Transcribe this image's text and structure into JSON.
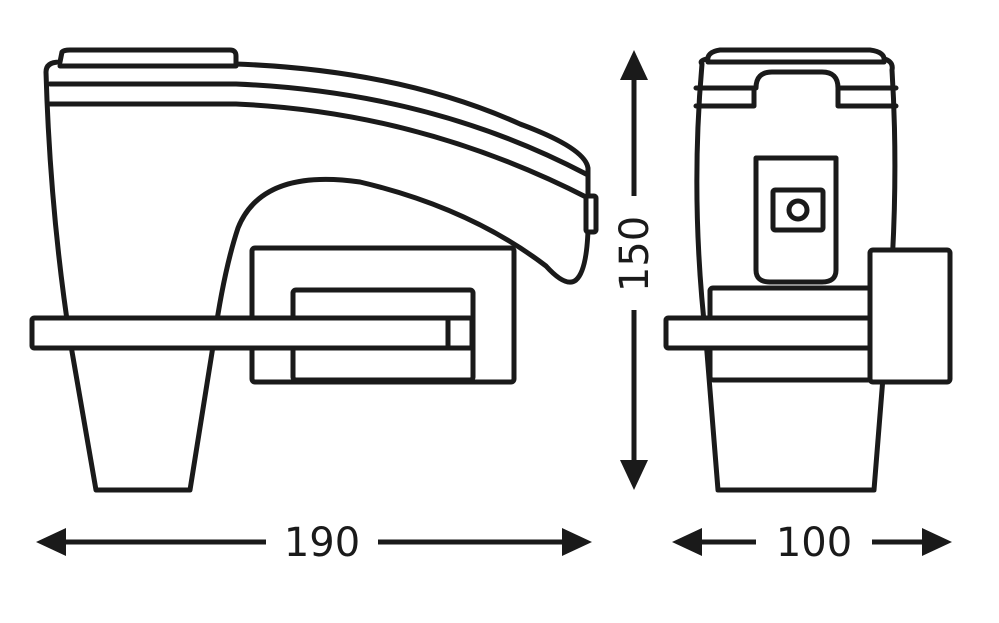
{
  "dimensions": {
    "width_side": "190",
    "width_front": "100",
    "height": "150"
  },
  "colors": {
    "stroke": "#1a1a1a",
    "background": "#ffffff"
  }
}
